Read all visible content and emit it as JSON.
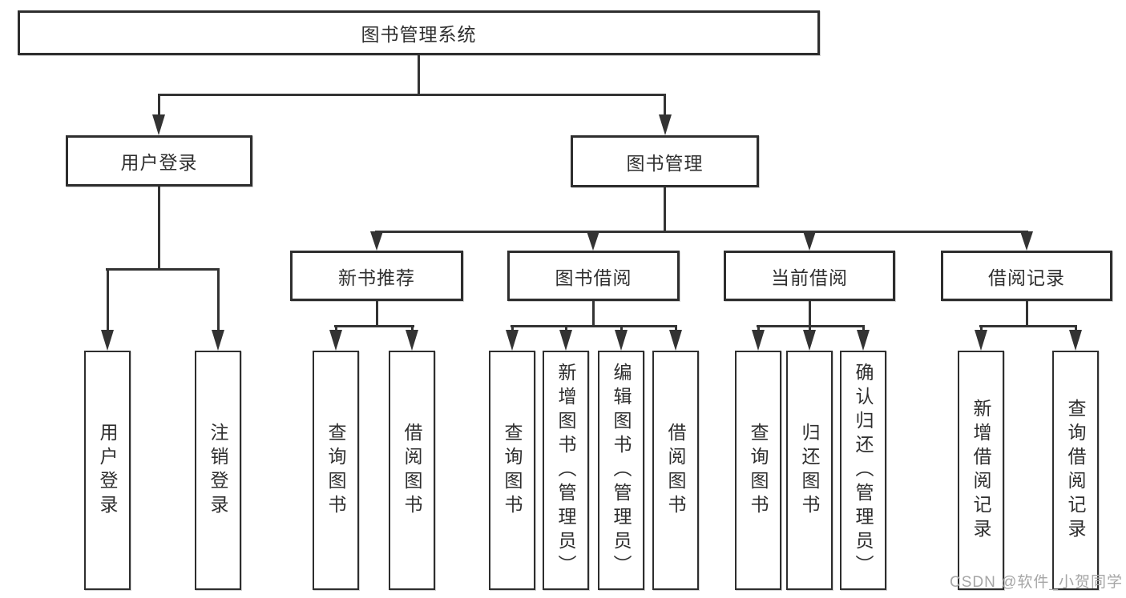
{
  "diagram": {
    "root": {
      "label": "图书管理系统"
    },
    "branches": [
      {
        "label": "用户登录",
        "leaves": [
          "用户登录",
          "注销登录"
        ]
      },
      {
        "label": "图书管理",
        "groups": [
          {
            "label": "新书推荐",
            "leaves": [
              "查询图书",
              "借阅图书"
            ]
          },
          {
            "label": "图书借阅",
            "leaves": [
              "查询图书",
              "新增图书（管理员）",
              "编辑图书（管理员）",
              "借阅图书"
            ]
          },
          {
            "label": "当前借阅",
            "leaves": [
              "查询图书",
              "归还图书",
              "确认归还（管理员）"
            ]
          },
          {
            "label": "借阅记录",
            "leaves": [
              "新增借阅记录",
              "查询借阅记录"
            ]
          }
        ]
      }
    ]
  },
  "watermark": {
    "text": "CSDN @软件_小贺同学"
  },
  "colors": {
    "line": "#333333",
    "box_border": "#2e2e2e",
    "text": "#2f2f2f",
    "watermark": "#a6a6a6",
    "background": "#ffffff"
  }
}
